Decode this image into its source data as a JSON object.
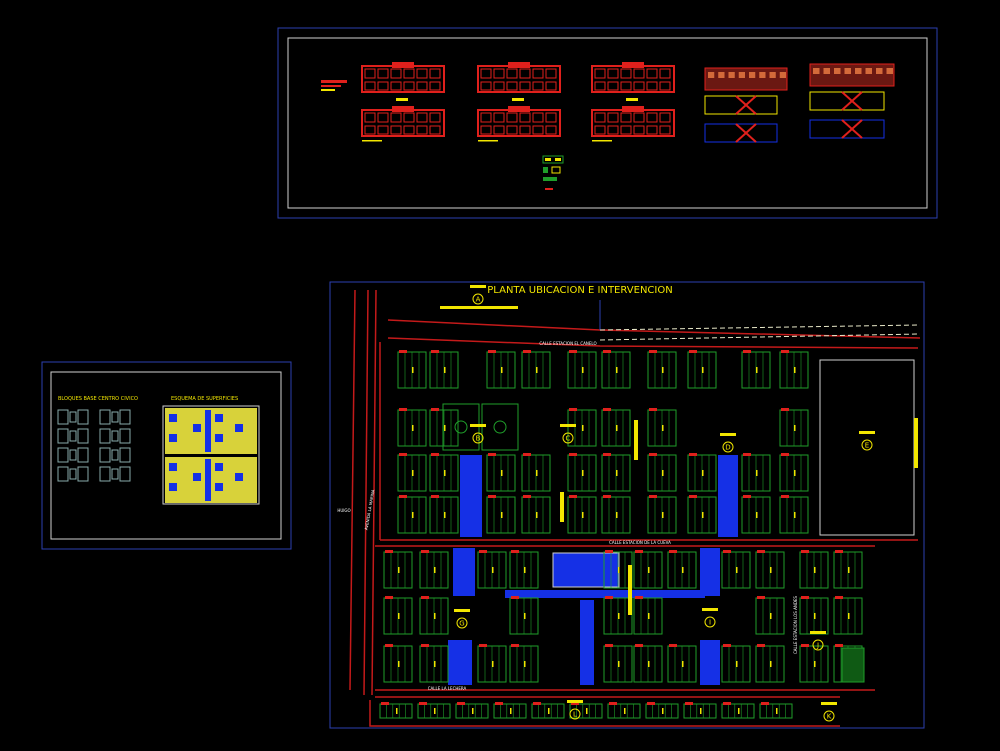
{
  "colors": {
    "background": "#000000",
    "frame": "#2d3fb0",
    "sheet_border": "#cfcfcf",
    "wall_red": "#e0201c",
    "block_green": "#1f9e2a",
    "highlight_yellow": "#f2e600",
    "water_blue": "#1530e6",
    "road_red": "#c41a1a",
    "text_white": "#ffffff"
  },
  "site_plan": {
    "title": "PLANTA UBICACION E INTERVENCION",
    "zones": [
      {
        "letter": "A"
      },
      {
        "letter": "B"
      },
      {
        "letter": "C"
      },
      {
        "letter": "D"
      },
      {
        "letter": "E"
      },
      {
        "letter": "G"
      },
      {
        "letter": "I"
      },
      {
        "letter": "J"
      },
      {
        "letter": "K"
      },
      {
        "letter": "L"
      }
    ],
    "streets": [
      "CALLE ESTACION EL CANELO",
      "CALLE ESTACION DE LA CUEVA",
      "CALLE LA LECHERA",
      "CALLE ESTACION LOS ANDES",
      "AVENIDA LA MARINA",
      "HUIGO"
    ]
  },
  "side_sheet": {
    "label_left": "BLOQUES BASE CENTRO CIVICO",
    "label_right": "ESQUEMA DE SUPERFICIES"
  }
}
